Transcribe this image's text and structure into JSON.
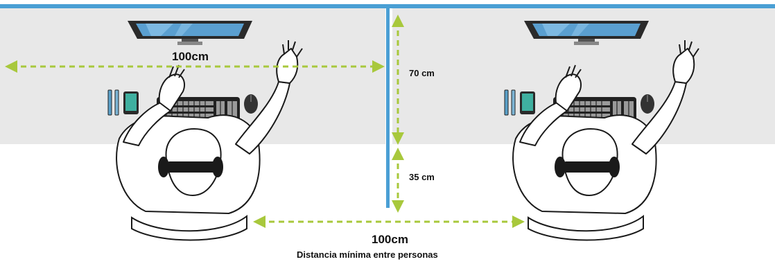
{
  "labels": {
    "desk_width": "100cm",
    "desk_depth": "70 cm",
    "extra_depth": "35 cm",
    "spacing_value": "100cm",
    "spacing_caption": "Distancia mínima entre personas"
  },
  "colors": {
    "partition": "#4a9fd4",
    "desk": "#e8e8e8",
    "arrow": "#a8c83c",
    "outline": "#1a1a1a"
  }
}
